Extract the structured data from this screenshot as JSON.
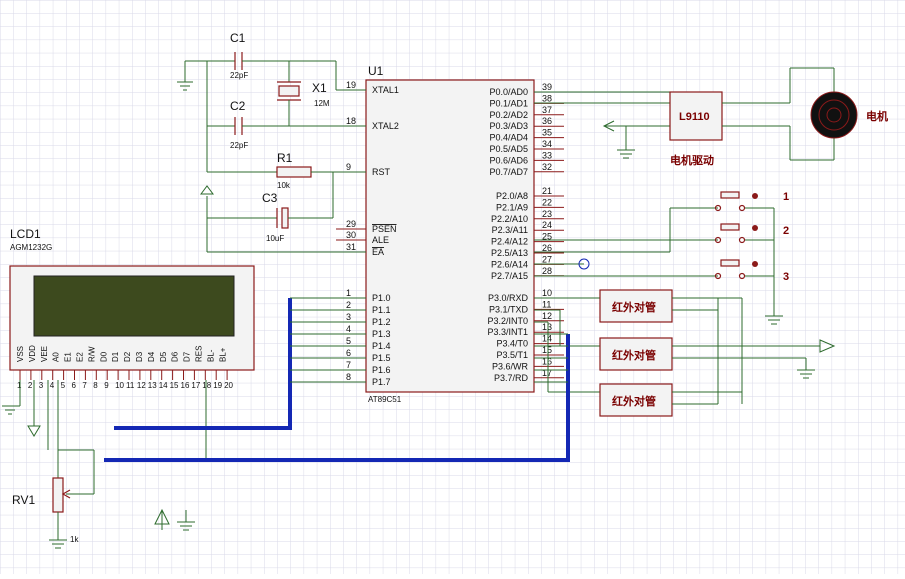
{
  "colors": {
    "wire": "#2d6b2d",
    "part": "#8b1a1a",
    "bus": "#1428b4",
    "lcd_screen": "#3d4a1e",
    "grid": "#d9d9e8"
  },
  "mcu": {
    "ref": "U1",
    "name": "AT89C51",
    "left_pins": [
      {
        "num": "19",
        "label": "XTAL1"
      },
      {
        "num": "18",
        "label": "XTAL2"
      },
      {
        "num": "9",
        "label": "RST"
      },
      {
        "num": "29",
        "label": "PSEN"
      },
      {
        "num": "30",
        "label": "ALE"
      },
      {
        "num": "31",
        "label": "EA"
      },
      {
        "num": "1",
        "label": "P1.0"
      },
      {
        "num": "2",
        "label": "P1.1"
      },
      {
        "num": "3",
        "label": "P1.2"
      },
      {
        "num": "4",
        "label": "P1.3"
      },
      {
        "num": "5",
        "label": "P1.4"
      },
      {
        "num": "6",
        "label": "P1.5"
      },
      {
        "num": "7",
        "label": "P1.6"
      },
      {
        "num": "8",
        "label": "P1.7"
      }
    ],
    "right_pins": [
      {
        "num": "39",
        "label": "P0.0/AD0"
      },
      {
        "num": "38",
        "label": "P0.1/AD1"
      },
      {
        "num": "37",
        "label": "P0.2/AD2"
      },
      {
        "num": "36",
        "label": "P0.3/AD3"
      },
      {
        "num": "35",
        "label": "P0.4/AD4"
      },
      {
        "num": "34",
        "label": "P0.5/AD5"
      },
      {
        "num": "33",
        "label": "P0.6/AD6"
      },
      {
        "num": "32",
        "label": "P0.7/AD7"
      },
      {
        "num": "21",
        "label": "P2.0/A8"
      },
      {
        "num": "22",
        "label": "P2.1/A9"
      },
      {
        "num": "23",
        "label": "P2.2/A10"
      },
      {
        "num": "24",
        "label": "P2.3/A11"
      },
      {
        "num": "25",
        "label": "P2.4/A12"
      },
      {
        "num": "26",
        "label": "P2.5/A13"
      },
      {
        "num": "27",
        "label": "P2.6/A14"
      },
      {
        "num": "28",
        "label": "P2.7/A15"
      },
      {
        "num": "10",
        "label": "P3.0/RXD"
      },
      {
        "num": "11",
        "label": "P3.1/TXD"
      },
      {
        "num": "12",
        "label": "P3.2/INT0"
      },
      {
        "num": "13",
        "label": "P3.3/INT1"
      },
      {
        "num": "14",
        "label": "P3.4/T0"
      },
      {
        "num": "15",
        "label": "P3.5/T1"
      },
      {
        "num": "16",
        "label": "P3.6/WR"
      },
      {
        "num": "17",
        "label": "P3.7/RD"
      }
    ]
  },
  "crystal": {
    "ref": "X1",
    "value": "12M"
  },
  "c1": {
    "ref": "C1",
    "value": "22pF"
  },
  "c2": {
    "ref": "C2",
    "value": "22pF"
  },
  "c3": {
    "ref": "C3",
    "value": "10uF"
  },
  "r1": {
    "ref": "R1",
    "value": "10k"
  },
  "rv1": {
    "ref": "RV1",
    "value": "1k"
  },
  "lcd": {
    "ref": "LCD1",
    "model": "AGM1232G",
    "pin_labels": [
      "VSS",
      "VDD",
      "VEE",
      "A0",
      "E1",
      "E2",
      "R/W",
      "D0",
      "D1",
      "D2",
      "D3",
      "D4",
      "D5",
      "D6",
      "D7",
      "RES",
      "BL-",
      "BL+"
    ],
    "pin_numbers": [
      "1",
      "2",
      "3",
      "4",
      "5",
      "6",
      "7",
      "8",
      "9",
      "10",
      "11",
      "12",
      "13",
      "14",
      "15",
      "16",
      "17",
      "18",
      "19",
      "20"
    ]
  },
  "driver": {
    "label": "L9110",
    "caption": "电机驱动"
  },
  "motor": {
    "label": "电机"
  },
  "buttons": [
    "1",
    "2",
    "3"
  ],
  "ir_modules": [
    "红外对管",
    "红外对管",
    "红外对管"
  ]
}
